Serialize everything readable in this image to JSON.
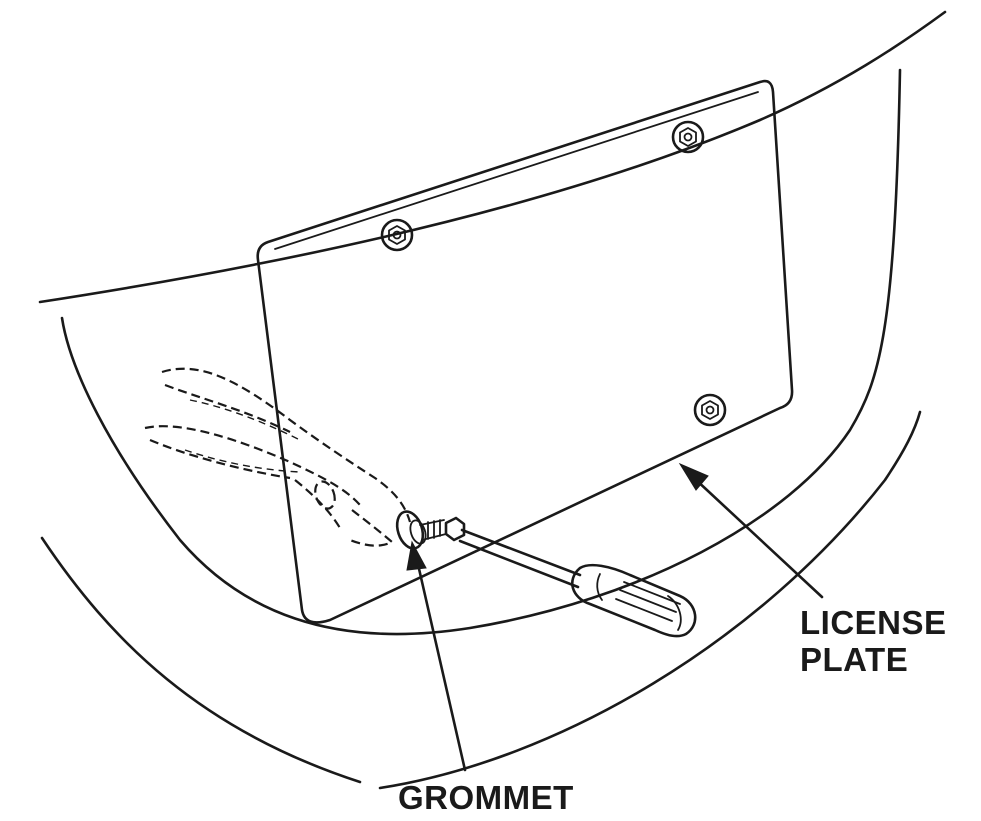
{
  "labels": {
    "license_plate_line1": "LICENSE",
    "license_plate_line2": "PLATE",
    "grommet": "GROMMET"
  },
  "colors": {
    "ink": "#1a1a1a",
    "background": "#ffffff"
  },
  "icons": [
    "hex-bolt-icon",
    "screwdriver-icon",
    "pliers-icon",
    "grommet-icon",
    "arrowhead-icon"
  ]
}
